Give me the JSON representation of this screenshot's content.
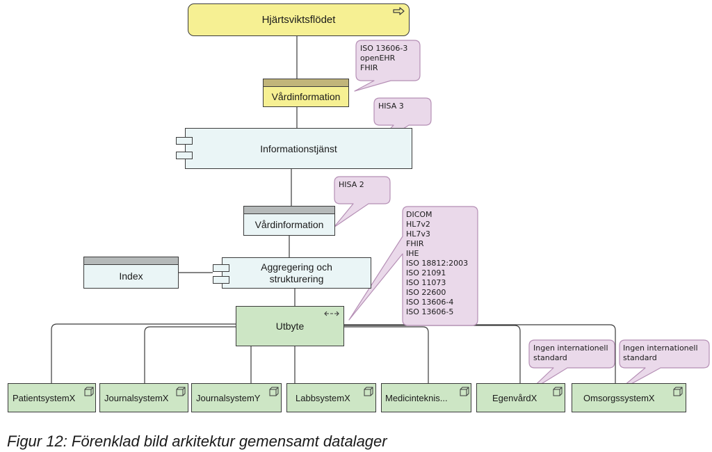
{
  "nodes": {
    "flow": "Hjärtsviktsflödet",
    "vardinfo_top": "Vårdinformation",
    "infotjanst": "Informationstjänst",
    "vardinfo_mid": "Vårdinformation",
    "index": "Index",
    "aggregering_line1": "Aggregering och",
    "aggregering_line2": "strukturering",
    "utbyte": "Utbyte"
  },
  "systems": [
    "PatientsystemX",
    "JournalsystemX",
    "JournalsystemY",
    "LabbsystemX",
    "Medicinteknis...",
    "EgenvårdX",
    "OmsorgssystemX"
  ],
  "callouts": {
    "standards_top": [
      "ISO 13606-3",
      "openEHR",
      "FHIR"
    ],
    "hisa3": [
      "HISA 3"
    ],
    "hisa2": [
      "HISA 2"
    ],
    "utbyte_standards": [
      "DICOM",
      "HL7v2",
      "HL7v3",
      "FHIR",
      "IHE",
      "ISO 18812:2003",
      "ISO 21091",
      "ISO 11073",
      "ISO 22600",
      "ISO 13606-4",
      "ISO 13606-5"
    ],
    "egenvard": [
      "Ingen internationell",
      "standard"
    ],
    "omsorg": [
      "Ingen internationell",
      "standard"
    ]
  },
  "caption": "Figur 12: Förenklad bild arkitektur gemensamt datalager",
  "colors": {
    "process_yellow": "#f6f093",
    "data_band_olive": "#c1b57a",
    "service_blue": "#eaf5f6",
    "data_band_grey": "#b5b9b9",
    "component_green": "#cde6c5",
    "callout_pink": "#ead9ea",
    "callout_border": "#b58fb5"
  },
  "icons": {
    "flow": "process-arrow-icon",
    "utbyte": "interaction-arrows-icon",
    "system": "node-cube-icon",
    "component": "component-ports-icon"
  }
}
